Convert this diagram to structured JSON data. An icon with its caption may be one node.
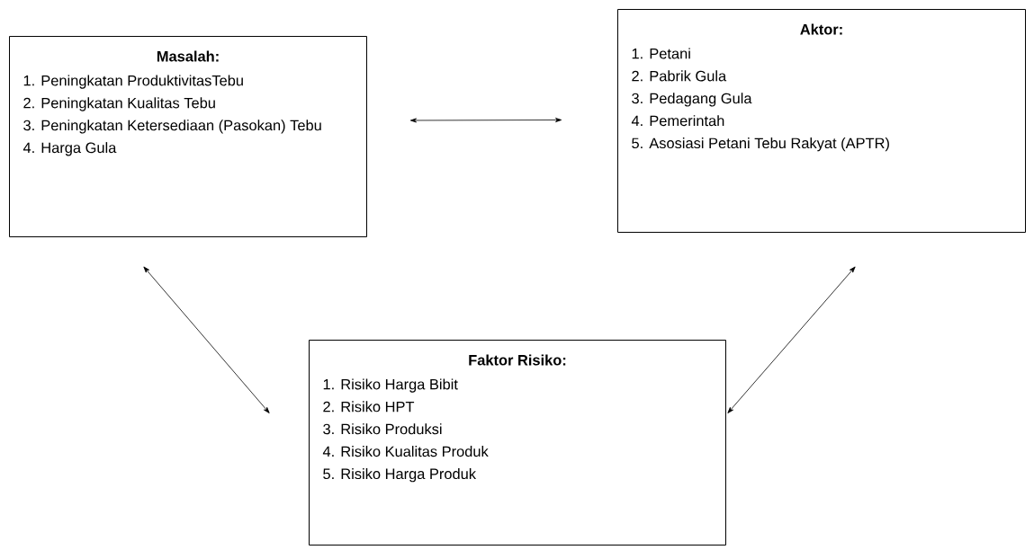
{
  "diagram": {
    "nodes": [
      {
        "text": [
          "Masalah:",
          "1. Peningkatan ProduktivitasTebu",
          "2. Peningkatan Kualitas Tebu",
          "3. Peningkatan Ketersediaan (Pasokan) Tebu",
          "4. Harga Gula"
        ]
      },
      {
        "text": [
          "Aktor:",
          "1. Petani",
          "2. Pabrik Gula",
          "3. Pedagang Gula",
          "4. Pemerintah",
          "5. Asosiasi Petani Tebu Rakyat (APTR)"
        ]
      },
      {
        "text": [
          "Faktor Risiko:",
          "1. Risiko Harga Bibit",
          "2. Risiko HPT",
          "3. Risiko Produksi",
          "4. Risiko Kualitas Produk",
          "5. Risiko Harga Produk"
        ]
      }
    ],
    "edges": [
      {
        "from": 0,
        "to": 1,
        "arrow": "both"
      },
      {
        "from": 0,
        "to": 2,
        "arrow": "both"
      },
      {
        "from": 1,
        "to": 2,
        "arrow": "both"
      }
    ]
  }
}
